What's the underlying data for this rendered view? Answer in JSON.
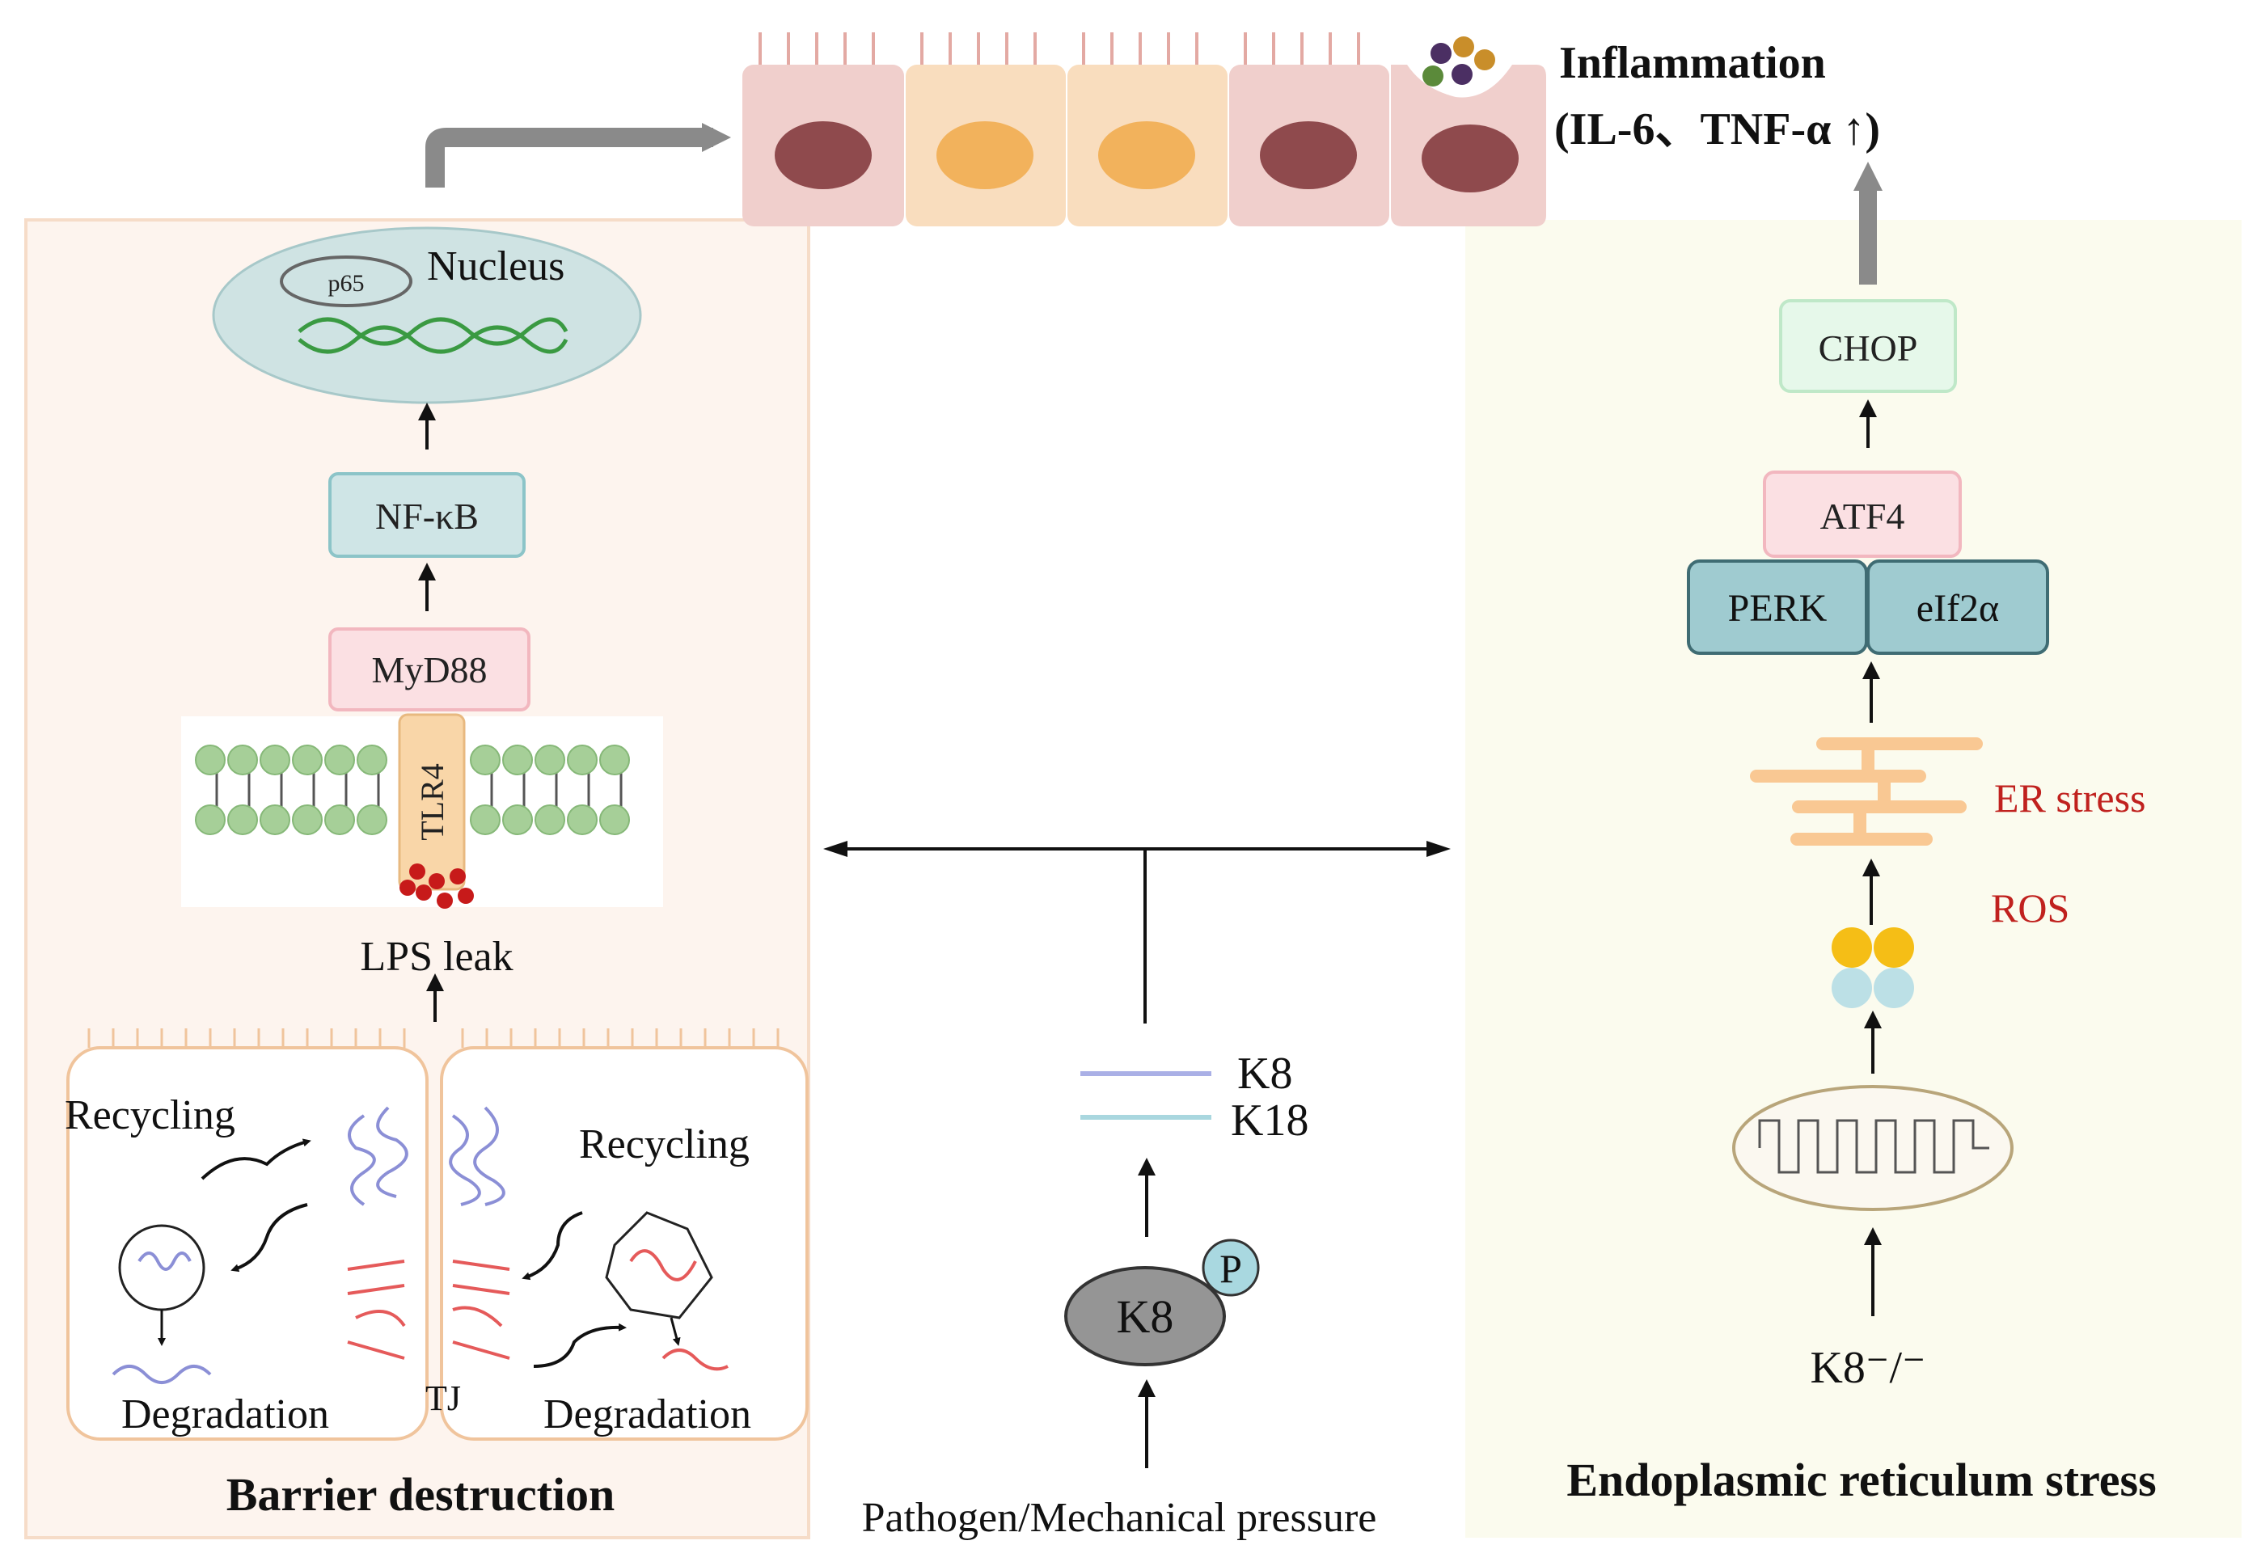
{
  "labels": {
    "nucleus": "Nucleus",
    "p65": "p65",
    "nfkb": "NF-κB",
    "myd88": "MyD88",
    "tlr4": "TLR4",
    "lps": "LPS leak",
    "recycling_left": "Recycling",
    "recycling_right": "Recycling",
    "degradation_left": "Degradation",
    "degradation_right": "Degradation",
    "tj": "TJ",
    "barrier": "Barrier destruction",
    "inflammation": "Inflammation",
    "cytokines": "(IL-6、TNF-α ↑)",
    "chop": "CHOP",
    "atf4": "ATF4",
    "perk": "PERK",
    "eif2a": "eIf2α",
    "er_stress": "ER stress",
    "ros": "ROS",
    "k8_ko": "K8⁻/⁻",
    "er_panel": "Endoplasmic reticulum stress",
    "k8_line": "K8",
    "k18_line": "K18",
    "k8_node": "K8",
    "phospho": "P",
    "pathogen": "Pathogen/Mechanical pressure"
  },
  "colors": {
    "left_panel_bg": "#fdf4ee",
    "right_panel_bg": "#fbfbee",
    "nucleus_fill": "#cfe3e3",
    "teal_box": "#cfe5e6",
    "pink_box": "#fbe0e3",
    "chop_box": "#e6f8ea",
    "perk_box": "#9fcbd0",
    "er_red": "#c0211e",
    "arrow_gray": "#8a8a8a",
    "k8_line": "#aab0e6",
    "k18_line": "#a9d7df"
  },
  "icons": [
    "epithelial-cells",
    "dna-helix",
    "lipid-bilayer",
    "lps-dots",
    "mitochondria",
    "er-membrane",
    "ros-dots",
    "cytokine-dots"
  ]
}
